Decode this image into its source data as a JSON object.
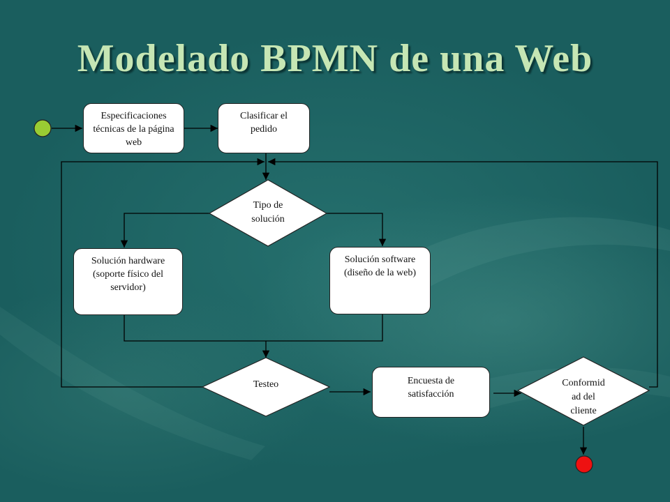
{
  "slide": {
    "title": "Modelado BPMN de una Web"
  },
  "diagram": {
    "tasks": {
      "specs": "Especificaciones técnicas de la página web",
      "classify": "Clasificar el pedido",
      "hardware": "Solución hardware (soporte físico del servidor)",
      "software": "Solución software (diseño de la web)",
      "survey": "Encuesta de satisfacción"
    },
    "gateways": {
      "solution_type": "Tipo de solución",
      "testing": "Testeo",
      "conformity_line1": "Conformid",
      "conformity_line2": "ad del",
      "conformity_line3": "cliente"
    },
    "events": {
      "start_color": "#99cc33",
      "end_color": "#ee1111"
    },
    "colors": {
      "background": "#1f6b6b",
      "title": "#c6e6b4",
      "box_fill": "#ffffff",
      "line": "#000000"
    }
  }
}
